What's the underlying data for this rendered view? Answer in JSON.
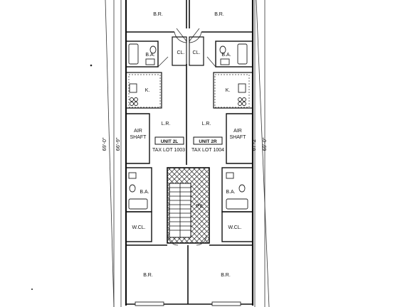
{
  "plan": {
    "rooms": {
      "br_top_left": "B.R.",
      "br_top_right": "B.R.",
      "ba_top_left": "B.A.",
      "ba_top_right": "B.A.",
      "cl_left": "CL.",
      "cl_right": "CL.",
      "k_left": "K.",
      "k_right": "K.",
      "lr_left": "L.R.",
      "lr_right": "L.R.",
      "air_shaft_left_1": "AIR",
      "air_shaft_left_2": "SHAFT",
      "air_shaft_right_1": "AIR",
      "air_shaft_right_2": "SHAFT",
      "ba_bottom_left": "B.A.",
      "ba_bottom_right": "B.A.",
      "wcl_left": "W.CL.",
      "wcl_right": "W.CL.",
      "pil": "PIL",
      "br_bottom_left": "B.R.",
      "br_bottom_right": "B.R."
    },
    "units": {
      "left_name": "UNIT 2L",
      "left_lot": "TAX LOT 1003",
      "right_name": "UNIT 2R",
      "right_lot": "TAX LOT 1004"
    },
    "dimensions": {
      "outer_left": "69'-0\"",
      "inner_left": "66'-9\"",
      "inner_right": "67'-2\"",
      "outer_right": "69'-0\""
    }
  },
  "colors": {
    "ink": "#111111",
    "paper": "#ffffff"
  }
}
